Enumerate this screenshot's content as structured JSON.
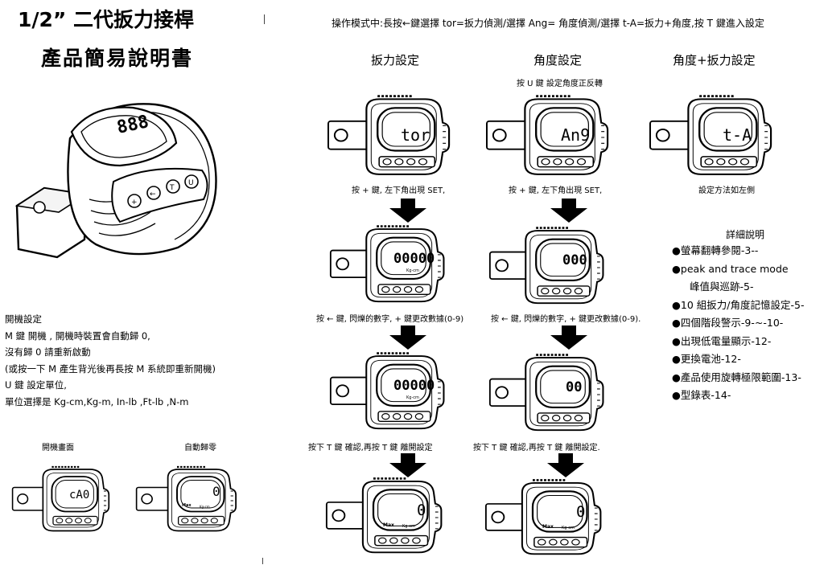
{
  "header": {
    "title": "1/2” 二代扳力接桿",
    "subtitle": "產品簡易說明書",
    "mode_instruction": "操作模式中:長按←鍵選擇 tor=扳力偵測/選擇 Ang= 角度偵測/選擇 t-A=扳力+角度,按 T 鍵進入設定"
  },
  "columns": {
    "torque": "扳力設定",
    "angle": "角度設定",
    "angle_torque": "角度+扳力設定"
  },
  "notes": {
    "angle_dir": "按 U 鍵 設定角度正反轉",
    "step_plus": "按 + 鍵, 左下角出現 SET,",
    "same_as_left": "設定方法如左側",
    "step_left_torque": "按 ← 鍵, 閃爍的數字, + 鍵更改數據(0-9)",
    "step_left_angle": "按 ← 鍵, 閃爍的數字, + 鍵更改數據(0-9).",
    "step_confirm_torque": "按下 T 鍵 確認,再按 T 鍵 離開設定",
    "step_confirm_angle": "按下 T 鍵 確認,再按 T 鍵 離開設定."
  },
  "displays": {
    "tor": "tor",
    "ang": "An9",
    "ta": "t-A",
    "zeros5": "00000",
    "zeros3": "000",
    "angle_blink": "00",
    "zero": "0",
    "cal": "cA0",
    "unit": "Kg-cm",
    "max": "Max"
  },
  "power_on": {
    "lines": [
      "開機設定",
      "M 鍵 開機 , 開機時裝置會自動歸 0,",
      "沒有歸 0 請重新啟動",
      "(或按一下 M 產生背光後再長按 M 系統即重新開機)",
      "U 鍵 設定單位,",
      "單位選擇是 Kg-cm,Kg-m, In-lb ,Ft-lb ,N-m"
    ],
    "screen_label": "開機畫面",
    "zero_label": "自動歸零"
  },
  "details": {
    "heading": "詳細說明",
    "items": [
      "●螢幕翻轉參閱-3--",
      "●peak and trace mode",
      "峰值與巡跡-5-",
      "●10 組扳力/角度記憶設定-5-",
      "●四個階段警示-9-~-10-",
      "●出現低電量顯示-12-",
      "●更換電池-12-",
      "●產品使用旋轉極限範圍-13-",
      "●型錄表-14-"
    ]
  }
}
